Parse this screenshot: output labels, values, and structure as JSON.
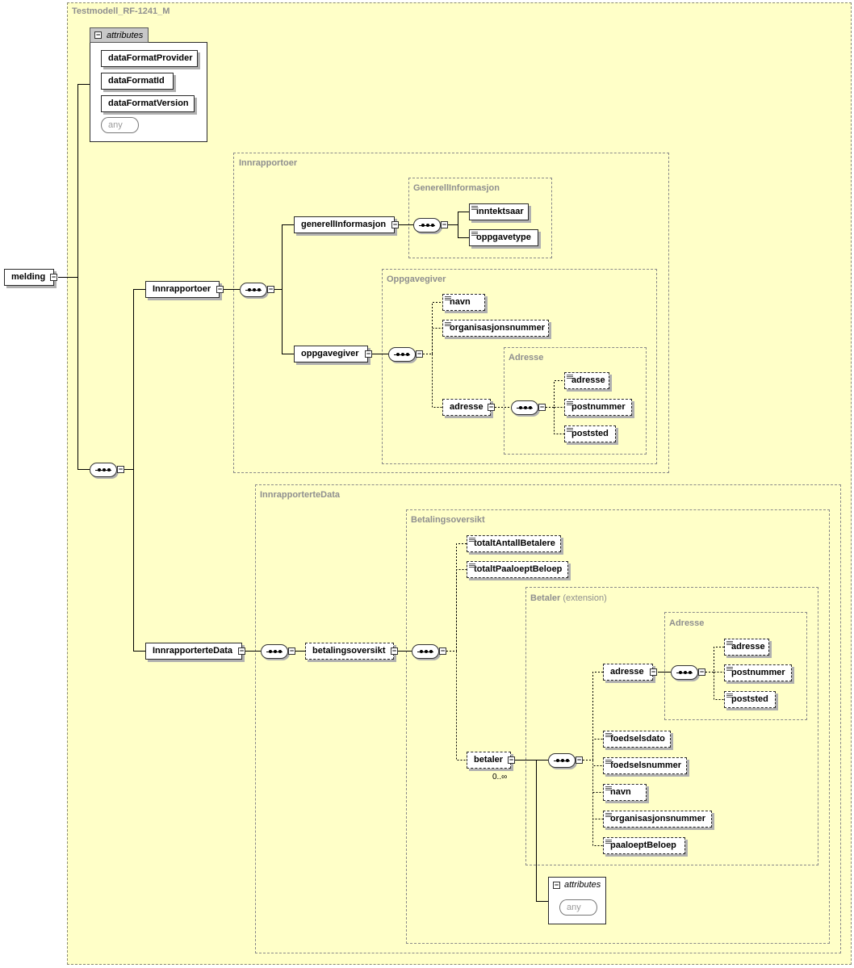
{
  "outer_title": "Testmodell_RF-1241_M",
  "root": {
    "label": "melding"
  },
  "attributes_panel": {
    "title": "attributes",
    "items": [
      "dataFormatProvider",
      "dataFormatId",
      "dataFormatVersion"
    ],
    "any_label": "any"
  },
  "groups": {
    "innrapportoer": "Innrapportoer",
    "generell": "GenerellInformasjon",
    "oppgavegiver": "Oppgavegiver",
    "adresse1": "Adresse",
    "innrapporterte": "InnrapporterteData",
    "betalingsoversikt": "Betalingsoversikt",
    "betaler": "Betaler",
    "betaler_ext": "(extension)",
    "adresse2": "Adresse"
  },
  "elements": {
    "innrapportoer": "Innrapportoer",
    "generellInformasjon": "generellInformasjon",
    "inntektsaar": "inntektsaar",
    "oppgavetype": "oppgavetype",
    "oppgavegiver": "oppgavegiver",
    "navn1": "navn",
    "organisasjonsnummer1": "organisasjonsnummer",
    "adresse1": "adresse",
    "adresse1_adresse": "adresse",
    "adresse1_postnummer": "postnummer",
    "adresse1_poststed": "poststed",
    "innrapporterteData": "InnrapporterteData",
    "betalingsoversikt": "betalingsoversikt",
    "totaltAntallBetalere": "totaltAntallBetalere",
    "totaltPaaloeptBeloep": "totaltPaaloeptBeloep",
    "betaler": "betaler",
    "betaler_mult": "0..∞",
    "adresse2": "adresse",
    "adresse2_adresse": "adresse",
    "adresse2_postnummer": "postnummer",
    "adresse2_poststed": "poststed",
    "foedselsdato": "foedselsdato",
    "foedselsnummer": "foedselsnummer",
    "navn2": "navn",
    "organisasjonsnummer2": "organisasjonsnummer",
    "paaloeptBeloep": "paaloeptBeloep"
  },
  "betaler_attributes": {
    "title": "attributes",
    "any_label": "any"
  },
  "expand_symbol": "−"
}
